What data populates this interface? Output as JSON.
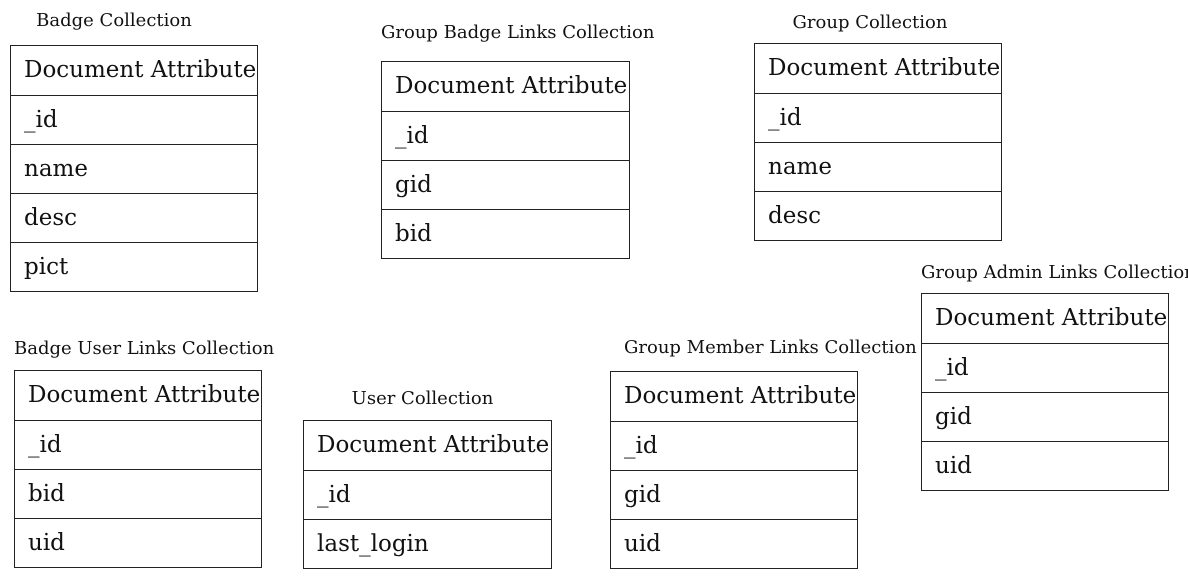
{
  "header_label": "Document Attribute",
  "collections": {
    "badge": {
      "title": "Badge Collection",
      "attributes": [
        "_id",
        "name",
        "desc",
        "pict"
      ]
    },
    "group_badge_links": {
      "title": "Group Badge Links Collection",
      "attributes": [
        "_id",
        "gid",
        "bid"
      ]
    },
    "group": {
      "title": "Group Collection",
      "attributes": [
        "_id",
        "name",
        "desc"
      ]
    },
    "group_admin_links": {
      "title": "Group Admin Links Collection",
      "attributes": [
        "_id",
        "gid",
        "uid"
      ]
    },
    "badge_user_links": {
      "title": "Badge User Links Collection",
      "attributes": [
        "_id",
        "bid",
        "uid"
      ]
    },
    "user": {
      "title": "User Collection",
      "attributes": [
        "_id",
        "last_login"
      ]
    },
    "group_member_links": {
      "title": "Group Member Links Collection",
      "attributes": [
        "_id",
        "gid",
        "uid"
      ]
    }
  }
}
